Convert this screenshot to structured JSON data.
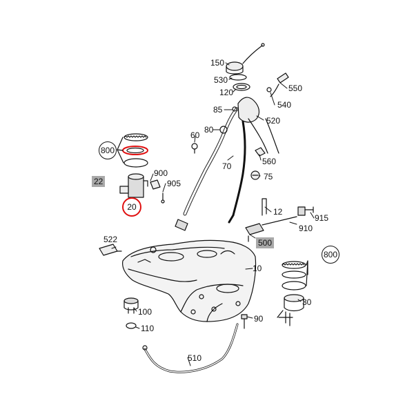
{
  "callouts": {
    "p150": "150",
    "p530": "530",
    "p120": "120",
    "p550": "550",
    "p540": "540",
    "p85": "85",
    "p520": "520",
    "p60": "60",
    "p80": "80",
    "p70": "70",
    "p560": "560",
    "p75": "75",
    "p800_left": "800",
    "p900": "900",
    "p905": "905",
    "p22": "22",
    "p20": "20",
    "p12": "12",
    "p915": "915",
    "p910": "910",
    "p500": "500",
    "p522": "522",
    "p10": "10",
    "p800_right": "800",
    "p30": "30",
    "p100": "100",
    "p110": "110",
    "p90": "90",
    "p510": "510"
  },
  "highlight_color": "#e01010",
  "label_box_color": "#a9a9a9"
}
